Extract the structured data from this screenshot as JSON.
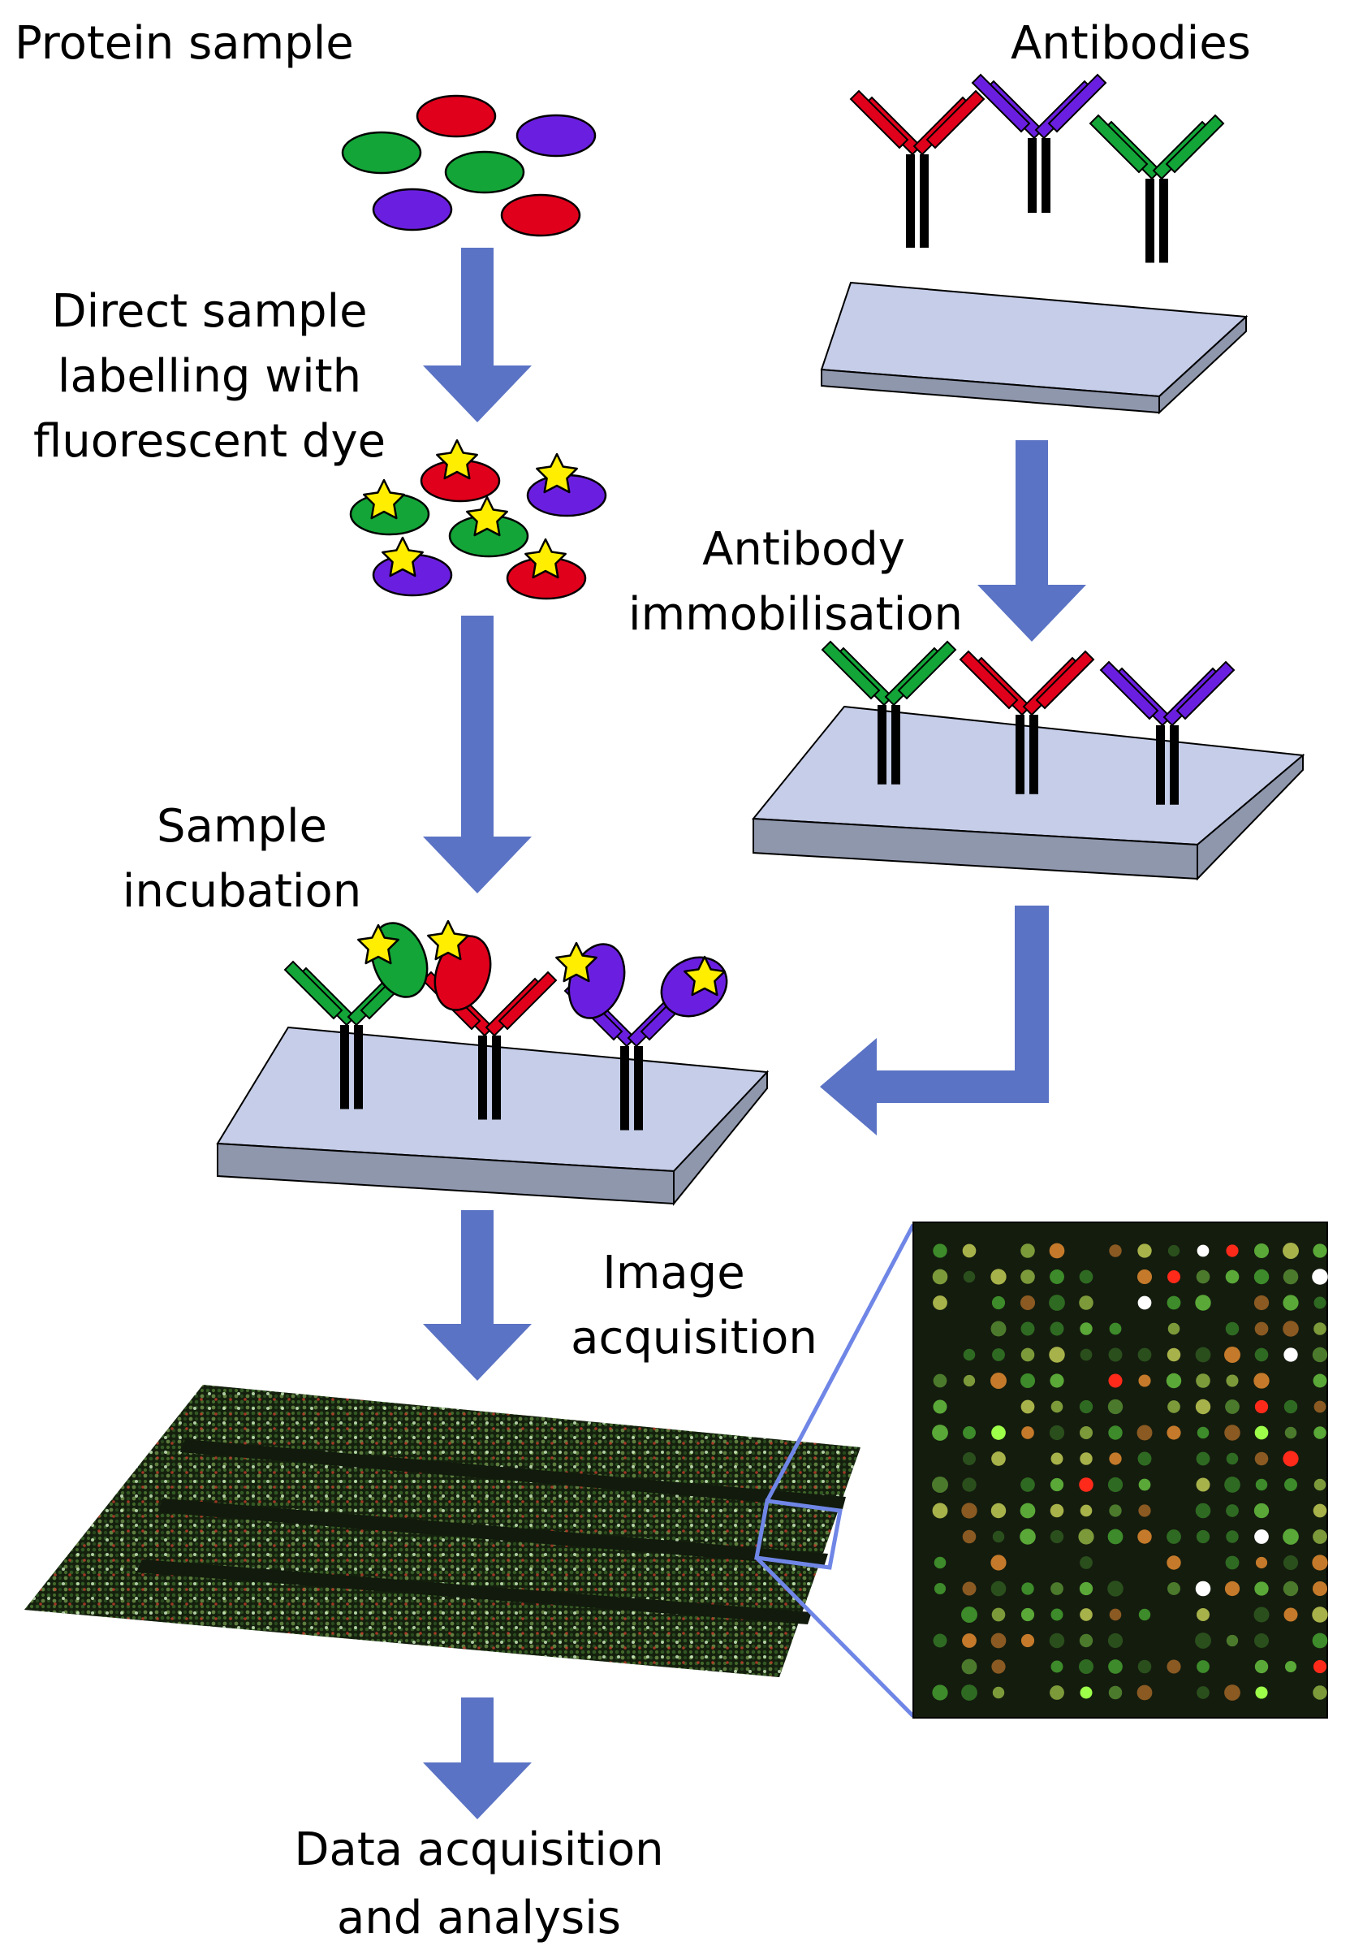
{
  "labels": {
    "protein_sample": "Protein sample",
    "antibodies": "Antibodies",
    "labelling_line1": "Direct sample",
    "labelling_line2": "labelling with",
    "labelling_line3": "fluorescent dye",
    "immobilisation_line1": "Antibody",
    "immobilisation_line2": "immobilisation",
    "incubation_line1": "Sample",
    "incubation_line2": "incubation",
    "image_line1": "Image",
    "image_line2": "acquisition",
    "data_line1": "Data acquisition",
    "data_line2": "and analysis"
  },
  "colors": {
    "arrow": "#5b73c4",
    "slide_top": "#c5cde8",
    "slide_side": "#8f97ad",
    "protein_red": "#e0001b",
    "protein_green": "#13a538",
    "protein_purple": "#6a1fe0",
    "star": "#ffee00",
    "antibody_stem": "#000000",
    "zoom_frame": "#6f86e6",
    "array_background": "#141c0e"
  }
}
